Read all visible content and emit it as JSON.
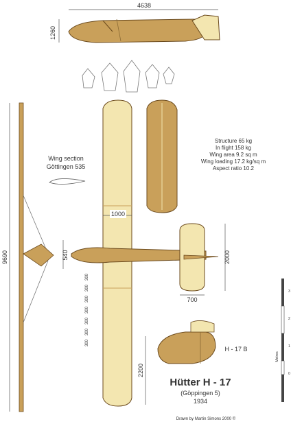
{
  "title": "Hütter H - 17",
  "subtitle": "(Göppingen 5)",
  "year": "1934",
  "credit": "Drawn by Martin Simons 2000 ©",
  "variant_label": "H - 17 B",
  "wing_section": {
    "line1": "Wing section",
    "line2": "Göttingen 535"
  },
  "specs": [
    "Structure 65 kg",
    "In flight 158 kg",
    "Wing area 9.2 sq m",
    "Wing loading 17.2 kg/sq m",
    "Aspect ratio 10.2"
  ],
  "dimensions": {
    "fuselage_length": "4638",
    "fuselage_height": "1260",
    "span": "9690",
    "wing_chord": "1000",
    "tail_span": "2000",
    "tail_chord": "700",
    "tail_strut": "540",
    "wing_tip": "2200",
    "rib_spacing": [
      "300",
      "300",
      "300",
      "300",
      "300",
      "300",
      "300"
    ]
  },
  "scale": {
    "label": "Metres",
    "ticks": [
      "0",
      "1",
      "2",
      "3"
    ]
  },
  "colors": {
    "wood": "#c9a05a",
    "fabric": "#f3e6b0",
    "outline": "#6b4a1d",
    "dim": "#555555"
  }
}
